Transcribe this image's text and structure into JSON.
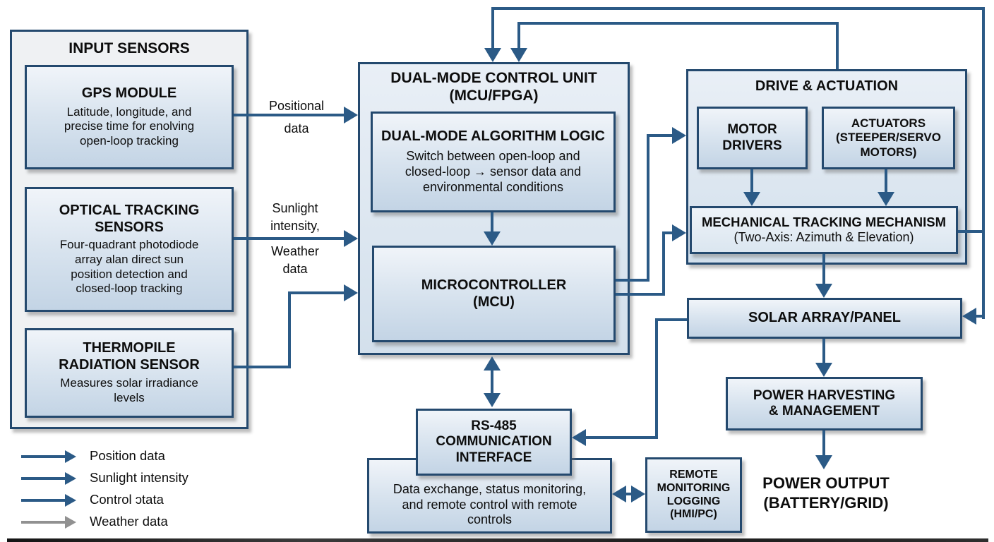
{
  "blocks": {
    "input_sensors": {
      "title": "INPUT SENSORS"
    },
    "gps": {
      "title": "GPS MODULE",
      "body": "Latitude, longitude, and\nprecise time for enolving\nopen-loop tracking"
    },
    "optical": {
      "title": "OPTICAL TRACKING\nSENSORS",
      "body": "Four-quadrant photodiode\narray alan direct sun\nposition detection and\nclosed-loop tracking"
    },
    "thermopile": {
      "title": "THERMOPILE\nRADIATION SENSOR",
      "body": "Measures solar irradiance\nlevels"
    },
    "dual_mode_unit": {
      "title": "DUAL-MODE CONTROL UNIT\n(MCU/FPGA)"
    },
    "algorithm": {
      "title": "DUAL-MODE ALGORITHM LOGIC",
      "body": "Switch between open-loop and\nclosed-loop → sensor data and\nenvironmental conditions"
    },
    "mcu": {
      "title": "MICROCONTROLLER\n(MCU)"
    },
    "drive": {
      "title": "DRIVE & ACTUATION"
    },
    "motor_drivers": {
      "title": "MOTOR\nDRIVERS"
    },
    "actuators": {
      "title": "ACTUATORS\n(STEEPER/SERVO\nMOTORS)"
    },
    "mechanism": {
      "title": "MECHANICAL TRACKING MECHANISM",
      "body": "(Two-Axis: Azimuth & Elevation)"
    },
    "solar": {
      "title": "SOLAR ARRAY/PANEL"
    },
    "power_harvest": {
      "title": "POWER HARVESTING\n& MANAGEMENT"
    },
    "power_output": {
      "title": "POWER OUTPUT\n(BATTERY/GRID)"
    },
    "rs485": {
      "title": "RS-485\nCOMMUNICATION\nINTERFACE"
    },
    "data_exchange": {
      "body": "Data exchange, status monitoring,\nand remote control with remote\ncontrols"
    },
    "remote": {
      "title": "REMOTE\nMONITORING\nLOGGING\n(HMI/PC)"
    }
  },
  "edge_labels": {
    "positional": "Positional data",
    "sunlight": "Sunlight\nintensity,",
    "weather": "Weather\ndata"
  },
  "legend": {
    "items": [
      {
        "label": "Position data",
        "color": "#2b5a86"
      },
      {
        "label": "Sunlight intensity",
        "color": "#2b5a86"
      },
      {
        "label": "Control ɔtata",
        "color": "#2b5a86"
      },
      {
        "label": "Weather data",
        "color": "#919191"
      }
    ]
  },
  "colors": {
    "box_border": "#24496e",
    "arrow": "#2b5a86",
    "weather_arrow": "#919191",
    "box_fill_top": "#f0f4f9",
    "box_fill_bottom": "#c3d4e5"
  }
}
